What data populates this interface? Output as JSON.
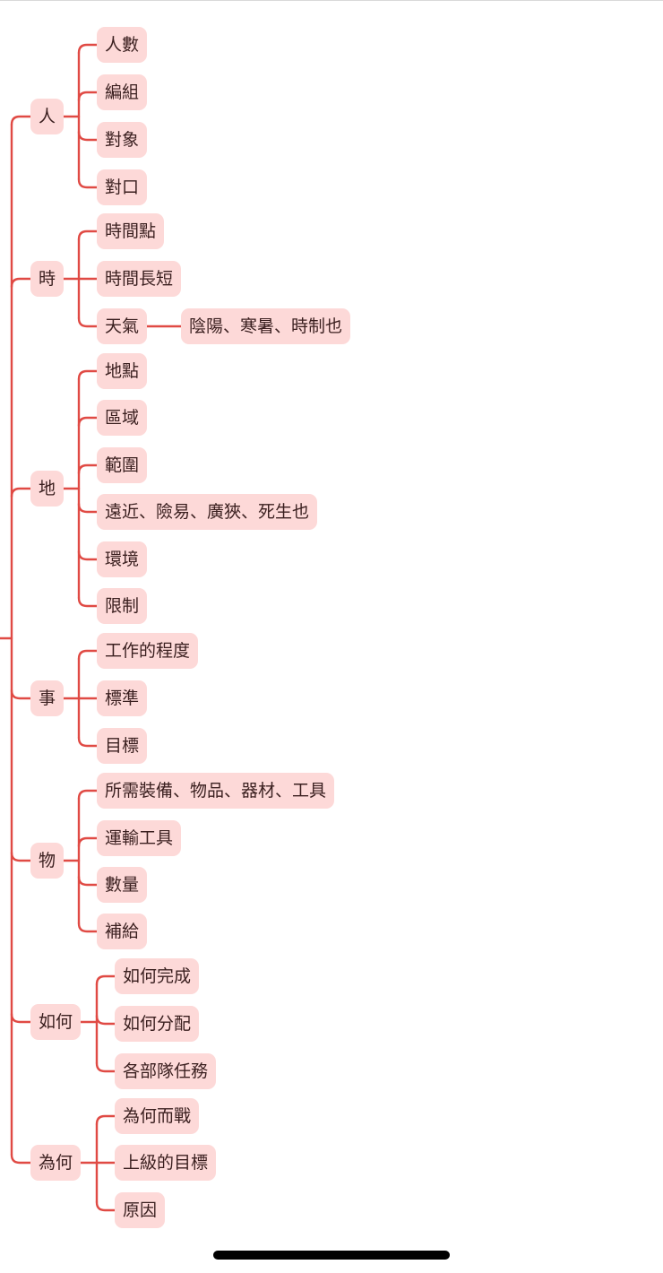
{
  "colors": {
    "line": "#e04a44",
    "node_fill": "#fdd9d8",
    "text": "#3a1f1f"
  },
  "tree": [
    {
      "label": "人",
      "children": [
        {
          "label": "人數"
        },
        {
          "label": "編組"
        },
        {
          "label": "對象"
        },
        {
          "label": "對口"
        }
      ]
    },
    {
      "label": "時",
      "children": [
        {
          "label": "時間點"
        },
        {
          "label": "時間長短"
        },
        {
          "label": "天氣",
          "children": [
            {
              "label": "陰陽、寒暑、時制也"
            }
          ]
        }
      ]
    },
    {
      "label": "地",
      "children": [
        {
          "label": "地點"
        },
        {
          "label": "區域"
        },
        {
          "label": "範圍"
        },
        {
          "label": "遠近、險易、廣狹、死生也"
        },
        {
          "label": "環境"
        },
        {
          "label": "限制"
        }
      ]
    },
    {
      "label": "事",
      "children": [
        {
          "label": "工作的程度"
        },
        {
          "label": "標準"
        },
        {
          "label": "目標"
        }
      ]
    },
    {
      "label": "物",
      "children": [
        {
          "label": "所需裝備、物品、器材、工具"
        },
        {
          "label": "運輸工具"
        },
        {
          "label": "數量"
        },
        {
          "label": "補給"
        }
      ]
    },
    {
      "label": "如何",
      "children": [
        {
          "label": "如何完成"
        },
        {
          "label": "如何分配"
        },
        {
          "label": "各部隊任務"
        }
      ]
    },
    {
      "label": "為何",
      "children": [
        {
          "label": "為何而戰"
        },
        {
          "label": "上級的目標"
        },
        {
          "label": "原因"
        }
      ]
    }
  ]
}
